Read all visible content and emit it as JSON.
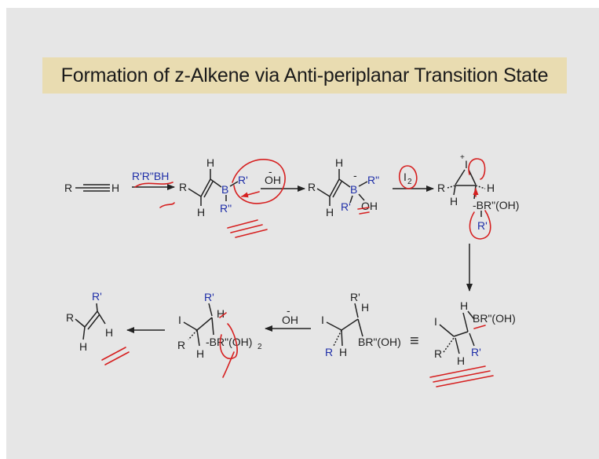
{
  "title": "Formation of z-Alkene via Anti-periplanar Transition State",
  "labels": {
    "R": "R",
    "H": "H",
    "I": "I",
    "B": "B",
    "OH": "OH",
    "R1": "R'",
    "R2": "R\"",
    "minus": "-",
    "plus": "+",
    "reagent_borane": "R'R\"BH",
    "reagent_hydroxide": "OH",
    "reagent_iodine": "I",
    "iodine_subscript": "2",
    "boron_group": "BR\"(OH)",
    "boron_group_minus": "-BR\"(OH)",
    "boron_group_dihydroxy": "-BR\"(OH)",
    "dihydroxy_subscript": "2",
    "equivalent_symbol": "≡"
  },
  "colors": {
    "background": "#e6e6e6",
    "title_box": "#e9dcb1",
    "structure": "#222222",
    "substituent_blue": "#1f2fa8",
    "annotation_red": "#d62020"
  }
}
